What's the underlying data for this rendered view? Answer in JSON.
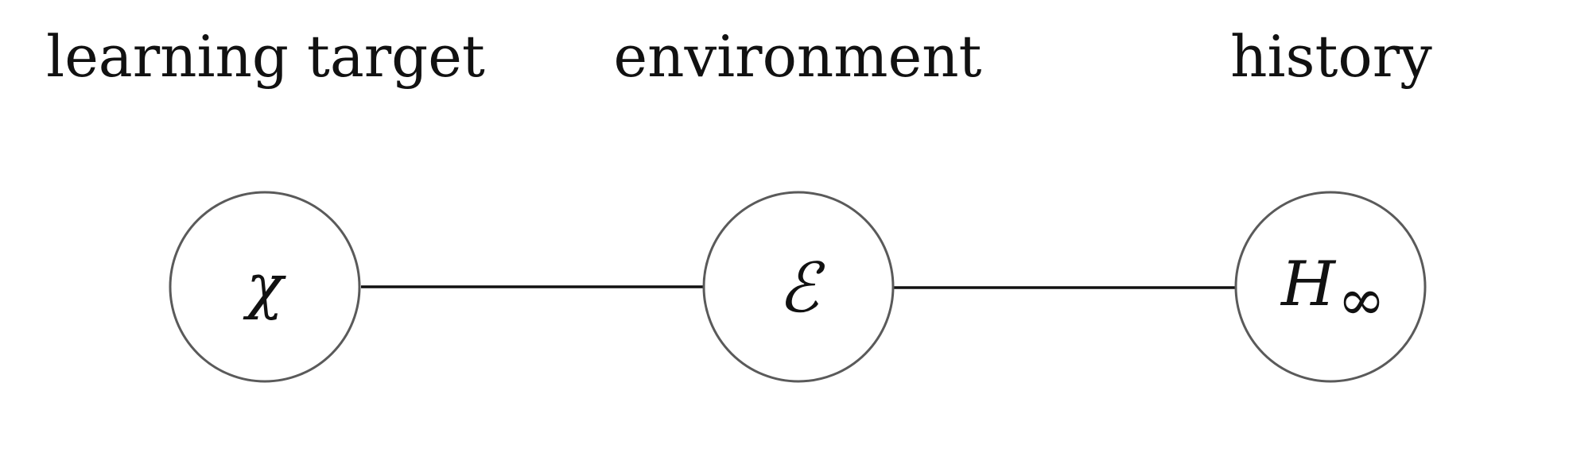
{
  "headings": {
    "learning_target": "learning target",
    "environment": "environment",
    "history": "history"
  },
  "nodes": {
    "learning_target": {
      "symbol": "χ"
    },
    "environment": {
      "symbol": "ℰ"
    },
    "history": {
      "symbol": "H",
      "subscript": "∞"
    }
  },
  "edges": [
    {
      "from": "learning_target",
      "to": "environment"
    },
    {
      "from": "environment",
      "to": "history"
    }
  ]
}
